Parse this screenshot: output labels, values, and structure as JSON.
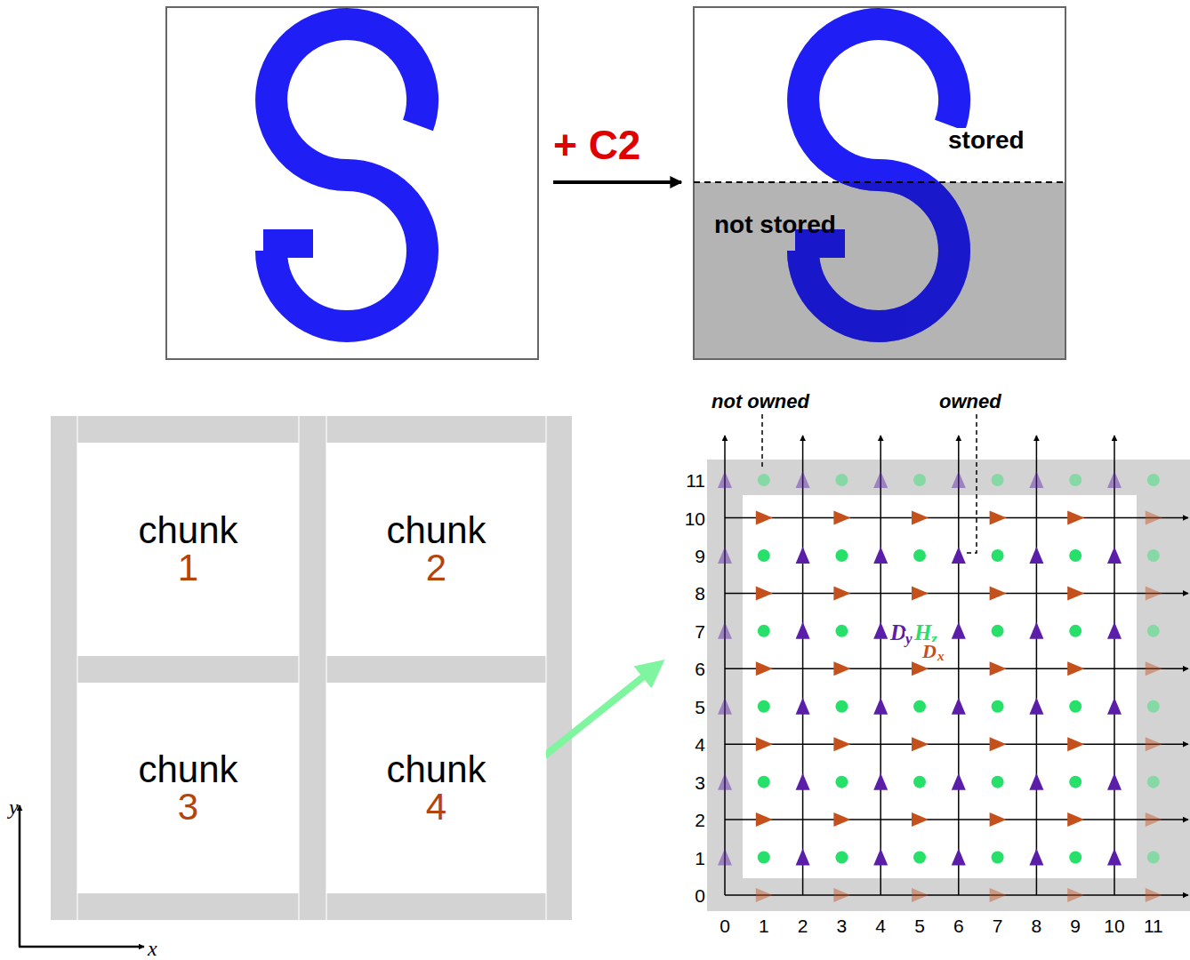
{
  "diagram": {
    "nodes": [
      {
        "text": [
          "chunk",
          "1"
        ]
      },
      {
        "text": [
          "chunk",
          "2"
        ]
      },
      {
        "text": [
          "chunk",
          "3"
        ]
      },
      {
        "text": [
          "chunk",
          "4"
        ]
      }
    ],
    "labels": [
      "+ C2",
      "stored",
      "not stored",
      "not owned",
      "owned",
      "11",
      "10",
      "9",
      "8",
      "7",
      "6",
      "5",
      "4",
      "3",
      "2",
      "1",
      "0",
      "0",
      "1",
      "2",
      "3",
      "4",
      "5",
      "6",
      "7",
      "8",
      "9",
      "10",
      "11",
      "D",
      "y",
      "H",
      "z",
      "D",
      "x",
      "y",
      "x"
    ]
  }
}
